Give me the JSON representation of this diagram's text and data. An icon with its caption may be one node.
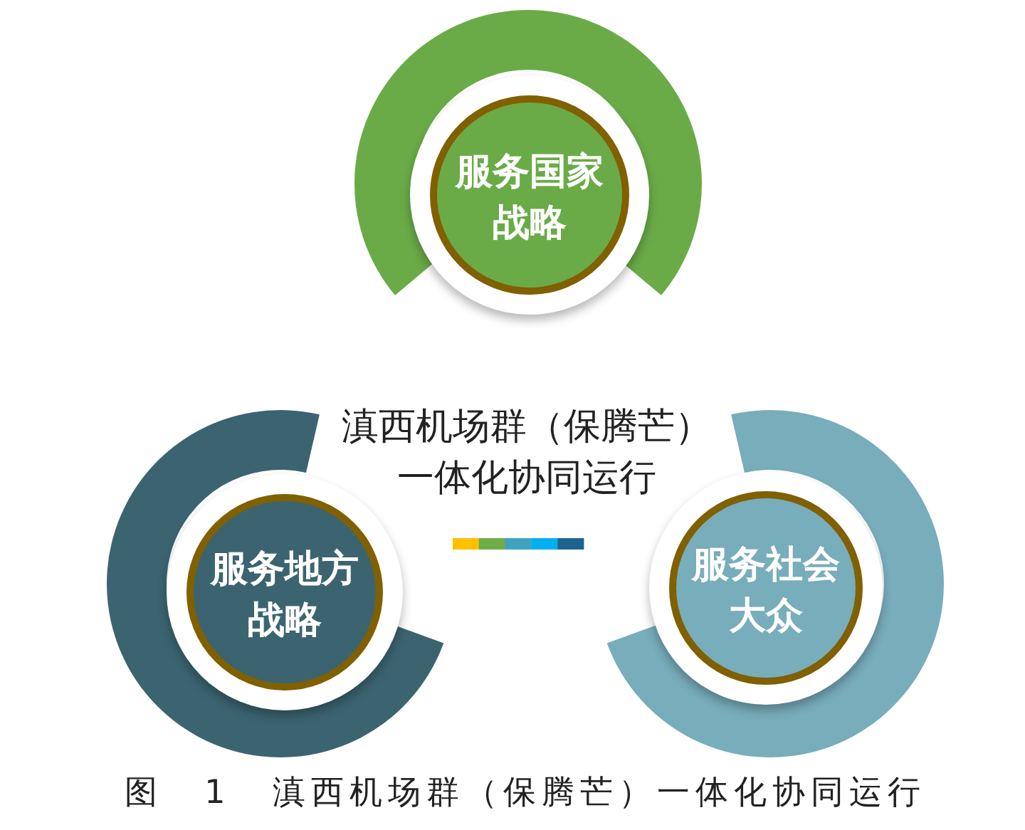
{
  "diagram": {
    "title": "滇西机场群（保腾芒）一体化协同运行",
    "caption": "图 1 滇西机场群（保腾芒）一体化协同运行",
    "nodes": [
      {
        "text": [
          "服务国家战略"
        ]
      },
      {
        "text": [
          "服务地方战略"
        ]
      },
      {
        "text": [
          "服务社会大众"
        ]
      }
    ]
  }
}
